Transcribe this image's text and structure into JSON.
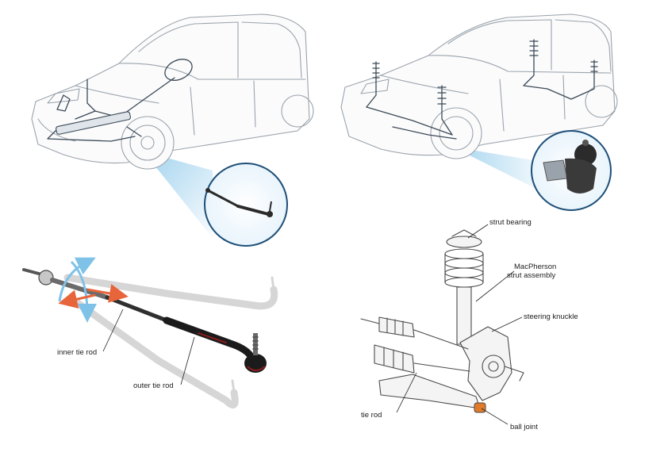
{
  "labels": {
    "inner_tie_rod": "inner tie rod",
    "outer_tie_rod": "outer tie rod",
    "strut_bearing": "strut bearing",
    "macpherson_line1": "MacPherson",
    "macpherson_line2": "strut assembly",
    "steering_knuckle": "steering knuckle",
    "tie_rod": "tie rod",
    "ball_joint": "ball joint"
  },
  "colors": {
    "highlight_blue": "#7fc2e8",
    "arrow_orange": "#e8643a",
    "zoom_ring": "#1e4f78",
    "outer_rod_dark": "#1b1b1b",
    "outer_rod_accent": "#8a1c1c",
    "boot_orange": "#e07b2a"
  },
  "icons": {
    "steering_car": "car-steering-system-illustration",
    "suspension_car": "car-suspension-system-illustration",
    "tie_rod_zoom": "tie-rod-zoom-icon",
    "ball_joint_zoom": "ball-joint-zoom-icon"
  }
}
